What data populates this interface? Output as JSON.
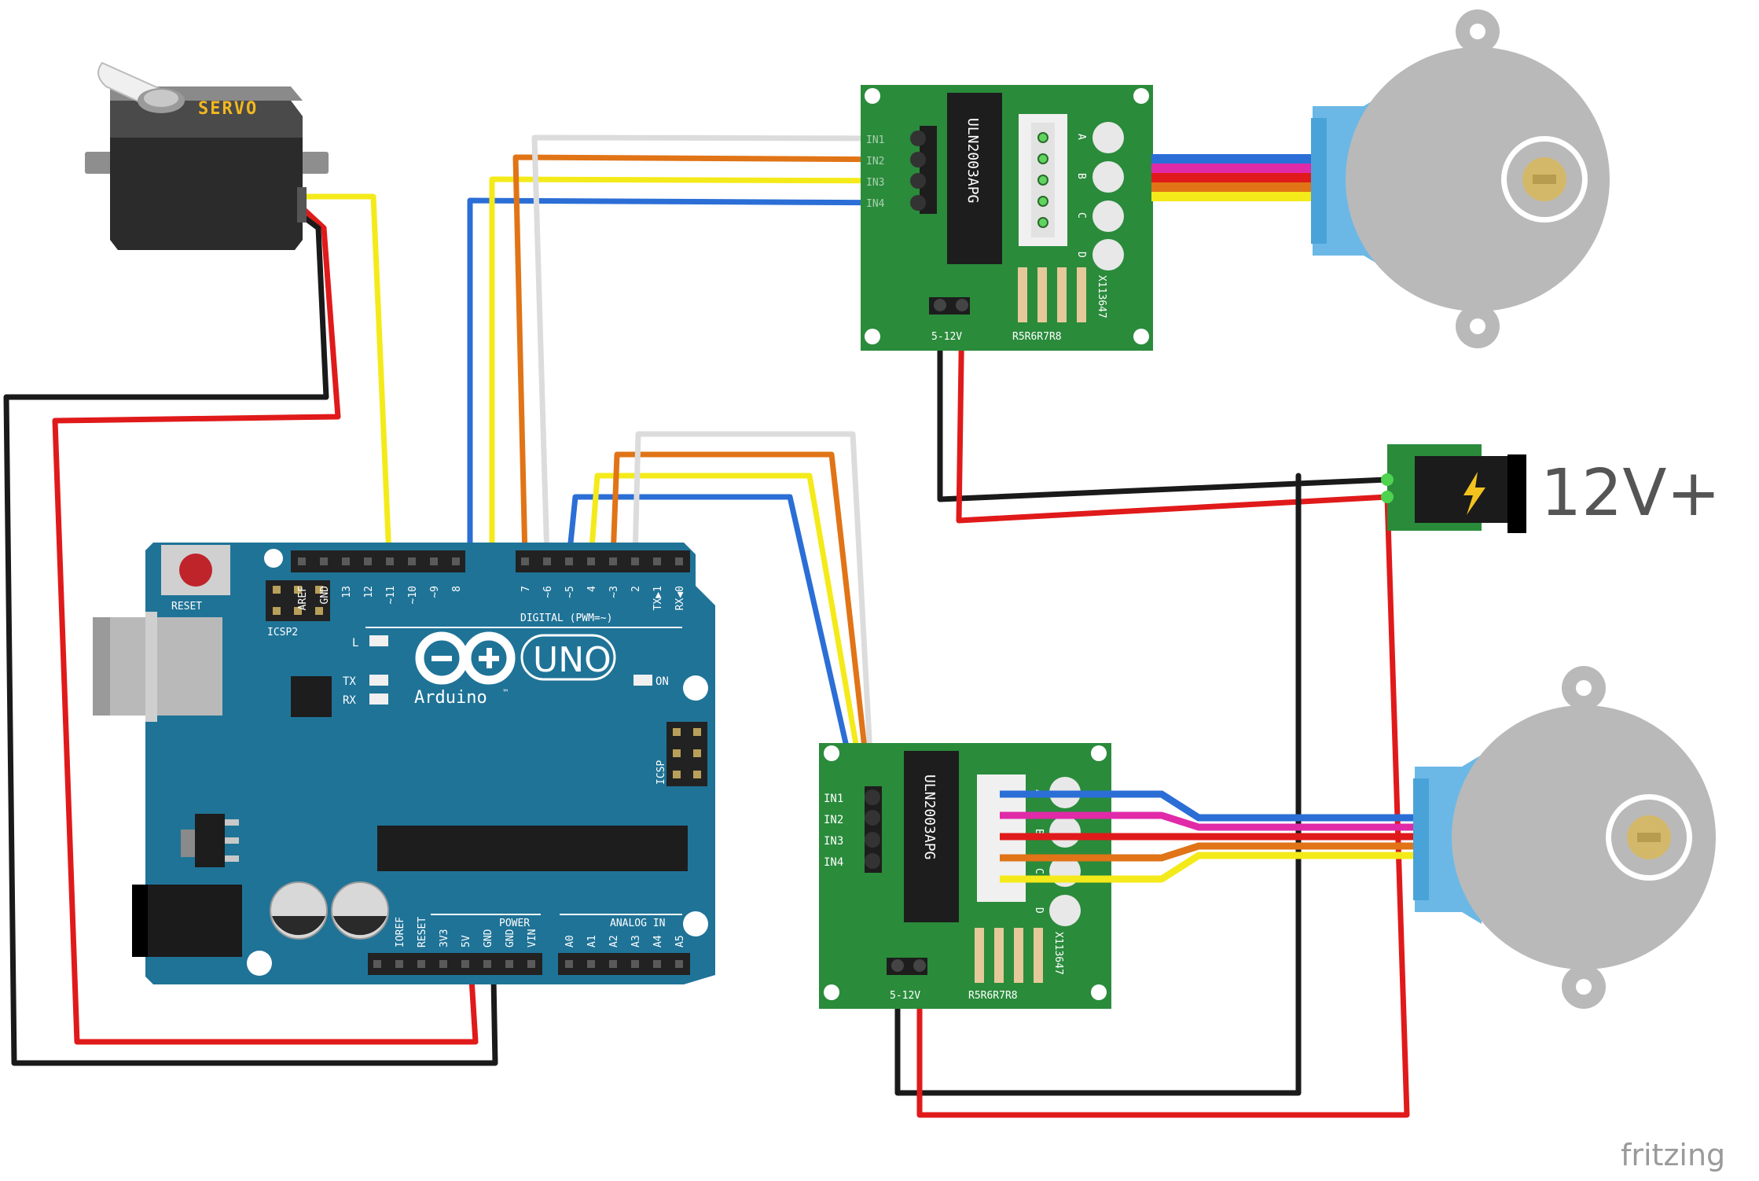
{
  "servo": {
    "label": "SERVO"
  },
  "arduino": {
    "brand": "Arduino",
    "trademark": "™",
    "model": "UNO",
    "reset": "RESET",
    "icsp2": "ICSP2",
    "icsp": "ICSP",
    "led_l": "L",
    "led_tx": "TX",
    "led_rx": "RX",
    "led_on": "ON",
    "digital_label": "DIGITAL (PWM=~)",
    "power_label": "POWER",
    "analog_label": "ANALOG IN",
    "digital_pins": [
      "AREF",
      "GND",
      "13",
      "12",
      "~11",
      "~10",
      "~9",
      "8",
      "7",
      "~6",
      "~5",
      "4",
      "~3",
      "2",
      "TX▶1",
      "RX◀0"
    ],
    "power_pins": [
      "IOREF",
      "RESET",
      "3V3",
      "5V",
      "GND",
      "GND",
      "VIN"
    ],
    "analog_pins": [
      "A0",
      "A1",
      "A2",
      "A3",
      "A4",
      "A5"
    ]
  },
  "driver_top": {
    "chip": "ULN2003APG",
    "pins": [
      "IN1",
      "IN2",
      "IN3",
      "IN4"
    ],
    "leds": [
      "A",
      "B",
      "C",
      "D"
    ],
    "resistors": "R5R6R7R8",
    "silk": "X113647",
    "power": "5-12V"
  },
  "driver_bottom": {
    "chip": "ULN2003APG",
    "pins": [
      "IN1",
      "IN2",
      "IN3",
      "IN4"
    ],
    "leds": [
      "A",
      "B",
      "C",
      "D"
    ],
    "resistors": "R5R6R7R8",
    "silk": "X113647",
    "power": "5-12V"
  },
  "power_supply": {
    "label": "12V+"
  },
  "watermark": "fritzing",
  "colors": {
    "board_blue": "#1f7397",
    "driver_green": "#2a8b3b",
    "wire_red": "#e01a1a",
    "wire_black": "#1a1a1a",
    "wire_yellow": "#f4ea1a",
    "wire_orange": "#e07417",
    "wire_blue": "#2b6ed6",
    "wire_white": "#dcdcdc",
    "wire_pink": "#e02aa8",
    "motor_gray": "#b9b9b9",
    "motor_blue": "#6bb8e6"
  }
}
